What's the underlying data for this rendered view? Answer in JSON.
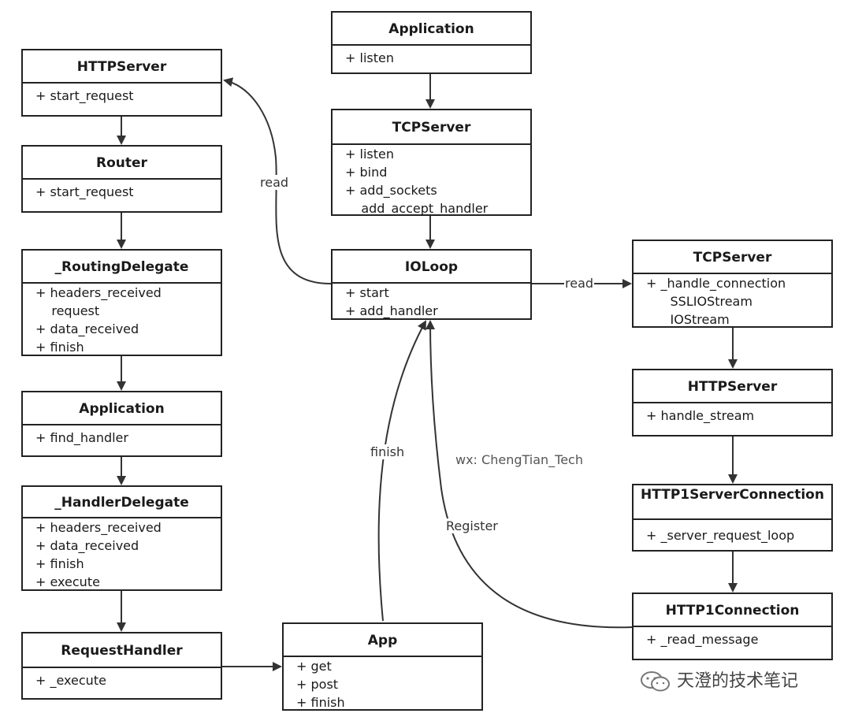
{
  "boxes": {
    "app_top": {
      "title": "Application",
      "members": [
        "+ listen"
      ]
    },
    "tcp_top": {
      "title": "TCPServer",
      "members": [
        "+ listen",
        "+ bind",
        "+ add_sockets",
        "    add_accept_handler"
      ]
    },
    "ioloop": {
      "title": "IOLoop",
      "members": [
        "+ start",
        "+ add_handler"
      ]
    },
    "httpserver_l": {
      "title": "HTTPServer",
      "members": [
        "+ start_request"
      ]
    },
    "router": {
      "title": "Router",
      "members": [
        "+ start_request"
      ]
    },
    "routing": {
      "title": "_RoutingDelegate",
      "members": [
        "+ headers_received",
        "    request",
        "+ data_received",
        "+ finish"
      ]
    },
    "application_l": {
      "title": "Application",
      "members": [
        "+ find_handler"
      ]
    },
    "handlerdel": {
      "title": "_HandlerDelegate",
      "members": [
        "+ headers_received",
        "+ data_received",
        "+ finish",
        "+ execute"
      ]
    },
    "reqhandler": {
      "title": "RequestHandler",
      "members": [
        "+ _execute"
      ]
    },
    "app": {
      "title": "App",
      "members": [
        "+ get",
        "+ post",
        "+ finish"
      ]
    },
    "tcp_r": {
      "title": "TCPServer",
      "members": [
        "+ _handle_connection",
        "      SSLIOStream",
        "      IOStream"
      ]
    },
    "httpserver_r": {
      "title": "HTTPServer",
      "members": [
        "+ handle_stream"
      ]
    },
    "h1sc": {
      "title": "HTTP1ServerConnection",
      "members": [
        "+ _server_request_loop"
      ]
    },
    "h1c": {
      "title": "HTTP1Connection",
      "members": [
        "+ _read_message"
      ]
    }
  },
  "labels": {
    "read_left": "read",
    "read_right": "read",
    "finish": "finish",
    "register": "Register",
    "wx": "wx:  ChengTian_Tech"
  },
  "watermark": {
    "icon": "wechat-icon",
    "text": "天澄的技术笔记"
  }
}
